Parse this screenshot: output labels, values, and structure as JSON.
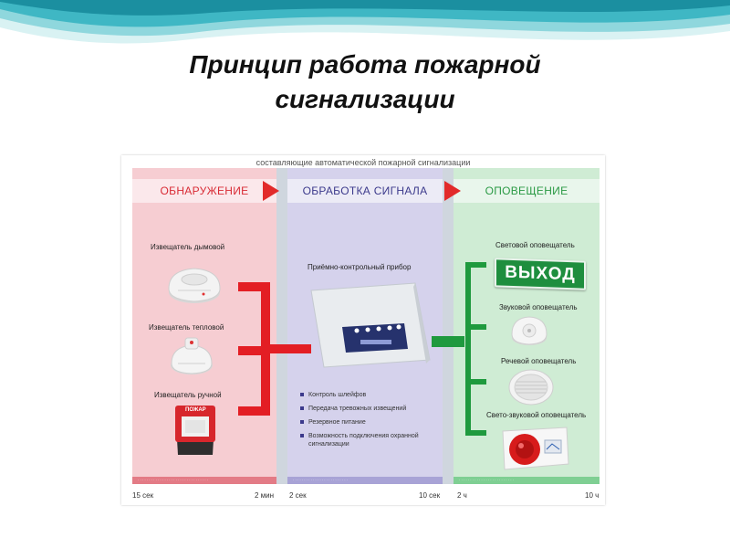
{
  "slide": {
    "title_line1": "Принцип работа пожарной",
    "title_line2": "сигнализации"
  },
  "poster": {
    "caption": "составляющие автоматической пожарной сигнализации",
    "stages": [
      {
        "title": "ОБНАРУЖЕНИЕ",
        "color": "#d92b35"
      },
      {
        "title": "ОБРАБОТКА СИГНАЛА",
        "color": "#3c3a8c"
      },
      {
        "title": "ОПОВЕЩЕНИЕ",
        "color": "#2b9a45"
      }
    ],
    "detection": {
      "smoke_detector": "Извещатель дымовой",
      "heat_detector": "Извещатель тепловой",
      "manual_call_point": "Извещатель ручной",
      "manual_call_point_sign": "ПОЖАР"
    },
    "processing": {
      "panel_label": "Приёмно-контрольный прибор",
      "features": [
        "Контроль шлейфов",
        "Передача тревожных извещений",
        "Резервное питание",
        "Возможность подключения охранной сигнализации"
      ]
    },
    "notification": {
      "light": "Световой оповещатель",
      "exit_sign": "ВЫХОД",
      "sound": "Звуковой оповещатель",
      "voice": "Речевой оповещатель",
      "light_sound": "Свето-звуковой оповещатель"
    },
    "timeline": [
      {
        "start": "15 сек",
        "end": "2 мин"
      },
      {
        "start": "2 сек",
        "end": "10 сек"
      },
      {
        "start": "2 ч",
        "end": "10 ч"
      }
    ]
  }
}
